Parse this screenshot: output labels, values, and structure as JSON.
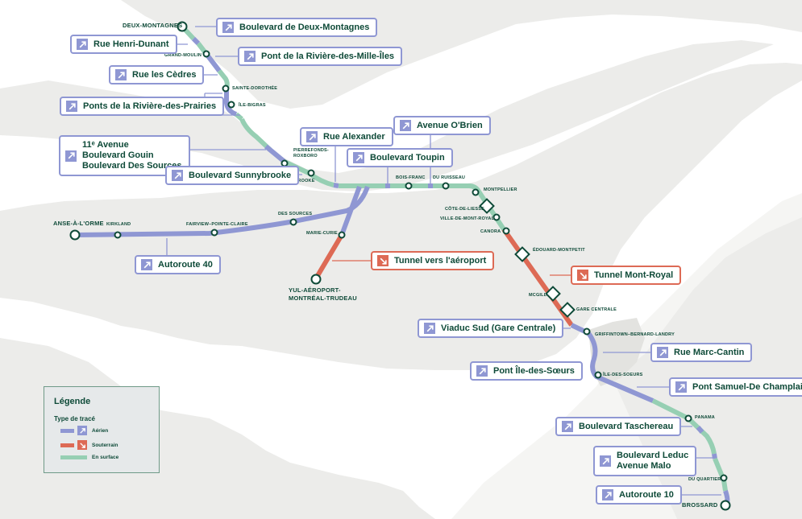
{
  "colors": {
    "aerial": "#8f97d3",
    "underground": "#dd6a55",
    "surface": "#96cfb3",
    "text": "#0e4a38",
    "land": "#ececea",
    "water": "#ffffff"
  },
  "stations": {
    "deux_montagnes": "DEUX-MONTAGNES",
    "grand_moulin": "GRAND-MOULIN",
    "sainte_dorothee": "SAINTE-DOROTHÉE",
    "ile_bigras": "ÎLE-BIGRAS",
    "pierrefonds_1": "PIERREFONDS-",
    "pierrefonds_2": "ROXBORO",
    "sunnybrooke": "SUNNYBROOKE",
    "bois_franc": "BOIS-FRANC",
    "du_ruisseau": "DU RUISSEAU",
    "montpellier": "MONTPELLIER",
    "cote_de_liesse": "CÔTE-DE-LIESSE",
    "ville_mont_royal": "VILLE-DE-MONT-ROYAL",
    "canora": "CANORA",
    "edouard_montpetit": "ÉDOUARD-MONTPETIT",
    "mcgill": "MCGILL",
    "gare_centrale": "GARE CENTRALE",
    "griffintown": "GRIFFINTOWN–BERNARD-LANDRY",
    "ile_des_soeurs": "ÎLE-DES-SOEURS",
    "panama": "PANAMA",
    "du_quartier": "DU QUARTIER",
    "brossard": "BROSSARD",
    "anse_a_lorme": "ANSE-À-L'ORME",
    "kirkland": "KIRKLAND",
    "fairview": "FAIRVIEW–POINTE-CLAIRE",
    "des_sources": "DES SOURCES",
    "marie_curie": "MARIE-CURIE",
    "yul_1": "YUL-AÉROPORT-",
    "yul_2": "MONTRÉAL-TRUDEAU"
  },
  "callouts": {
    "boul_deux_montagnes": {
      "type": "aerial",
      "lines": [
        "Boulevard de Deux-Montagnes"
      ]
    },
    "rue_henri_dunant": {
      "type": "aerial",
      "lines": [
        "Rue Henri-Dunant"
      ]
    },
    "pont_mille_iles": {
      "type": "aerial",
      "lines": [
        "Pont de la Rivière-des-Mille-Îles"
      ]
    },
    "rue_cedres": {
      "type": "aerial",
      "lines": [
        "Rue les Cèdres"
      ]
    },
    "ponts_prairies": {
      "type": "aerial",
      "lines": [
        "Ponts de la Rivière-des-Prairies"
      ]
    },
    "gouin": {
      "type": "aerial",
      "lines": [
        "11ᵉ Avenue",
        "Boulevard Gouin",
        "Boulevard Des Sources"
      ]
    },
    "sunnybrooke": {
      "type": "aerial",
      "lines": [
        "Boulevard Sunnybrooke"
      ]
    },
    "rue_alexander": {
      "type": "aerial",
      "lines": [
        "Rue Alexander"
      ]
    },
    "boul_toupin": {
      "type": "aerial",
      "lines": [
        "Boulevard Toupin"
      ]
    },
    "avenue_obrien": {
      "type": "aerial",
      "lines": [
        "Avenue O'Brien"
      ]
    },
    "autoroute_40": {
      "type": "aerial",
      "lines": [
        "Autoroute 40"
      ]
    },
    "tunnel_aeroport": {
      "type": "underground",
      "lines": [
        "Tunnel vers l'aéroport"
      ]
    },
    "tunnel_mont_royal": {
      "type": "underground",
      "lines": [
        "Tunnel Mont-Royal"
      ]
    },
    "viaduc_sud": {
      "type": "aerial",
      "lines": [
        "Viaduc Sud (Gare Centrale)"
      ]
    },
    "rue_marc_cantin": {
      "type": "aerial",
      "lines": [
        "Rue Marc-Cantin"
      ]
    },
    "pont_ile_soeurs": {
      "type": "aerial",
      "lines": [
        "Pont Île-des-Sœurs"
      ]
    },
    "pont_champlain": {
      "type": "aerial",
      "lines": [
        "Pont Samuel-De Champlain"
      ]
    },
    "taschereau": {
      "type": "aerial",
      "lines": [
        "Boulevard Taschereau"
      ]
    },
    "leduc_malo": {
      "type": "aerial",
      "lines": [
        "Boulevard Leduc",
        "Avenue Malo"
      ]
    },
    "autoroute_10": {
      "type": "aerial",
      "lines": [
        "Autoroute 10"
      ]
    }
  },
  "legend": {
    "title": "Légende",
    "subtitle": "Type de tracé",
    "items": [
      {
        "label": "Aérien",
        "type": "aerial",
        "icon": "arrow-up-right-icon"
      },
      {
        "label": "Souterrain",
        "type": "underground",
        "icon": "arrow-down-right-icon"
      },
      {
        "label": "En surface",
        "type": "surface",
        "icon": null
      }
    ]
  }
}
